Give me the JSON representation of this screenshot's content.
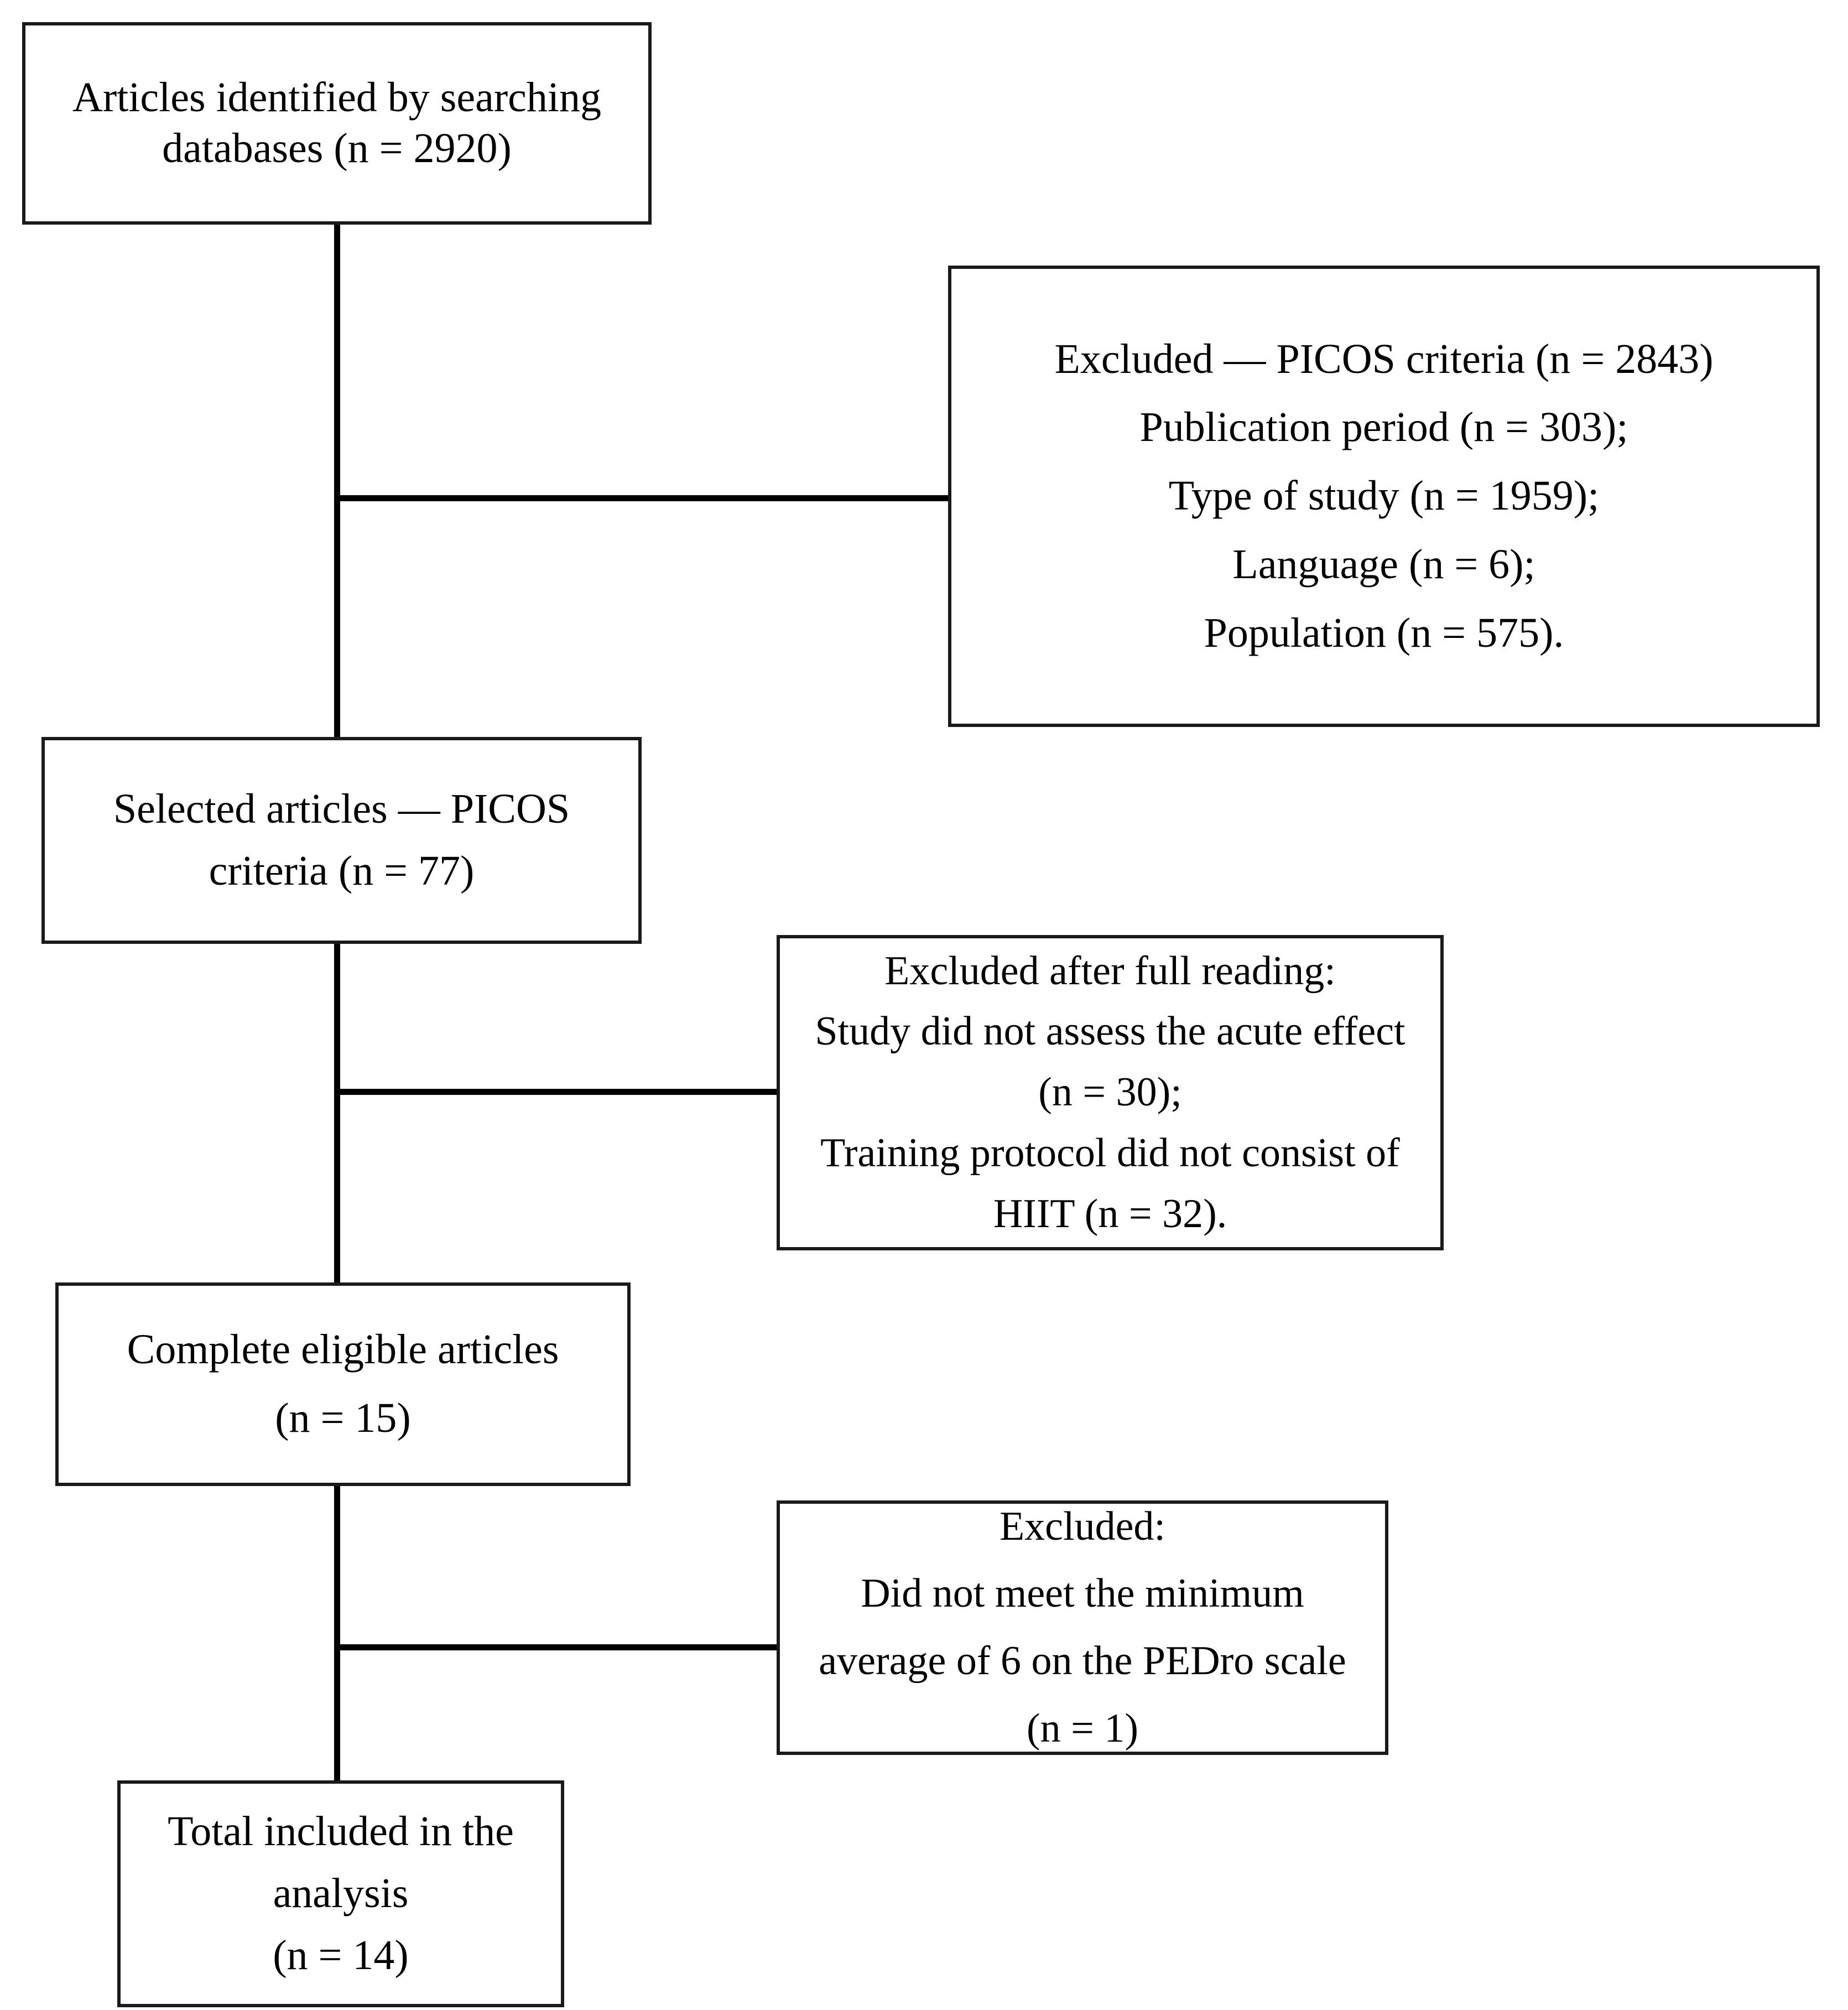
{
  "diagram": {
    "title": "PRISMA study selection flow diagram",
    "stroke_color": "#000000",
    "box_border_color": "#1a1a1a",
    "background_color": "#ffffff",
    "nodes": {
      "identified": {
        "name": "articles-identified",
        "lines": [
          "Articles identified by searching",
          "databases (n = 2920)"
        ]
      },
      "excluded_picos": {
        "name": "excluded-picos-criteria",
        "lines": [
          "Excluded — PICOS criteria (n = 2843)",
          "Publication period (n = 303);",
          "Type of study (n = 1959);",
          "Language (n = 6);",
          "Population (n = 575)."
        ]
      },
      "selected": {
        "name": "selected-articles",
        "lines": [
          "Selected articles — PICOS",
          "criteria (n = 77)"
        ]
      },
      "excluded_full_reading": {
        "name": "excluded-after-full-reading",
        "lines": [
          "Excluded after full reading:",
          "Study did not assess the acute effect",
          "(n = 30);",
          "Training protocol did not consist of",
          "HIIT (n = 32)."
        ]
      },
      "eligible": {
        "name": "complete-eligible-articles",
        "lines": [
          "Complete eligible articles",
          "(n = 15)"
        ]
      },
      "excluded_pedro": {
        "name": "excluded-pedro-scale",
        "lines": [
          "Excluded:",
          "Did not meet the minimum",
          "average of 6 on the PEDro scale",
          "(n = 1)"
        ]
      },
      "included": {
        "name": "total-included-in-analysis",
        "lines": [
          "Total included in the",
          "analysis",
          "(n = 14)"
        ]
      }
    },
    "counts": {
      "identified_n": 2920,
      "excluded_picos_total_n": 2843,
      "excluded_publication_period_n": 303,
      "excluded_type_of_study_n": 1959,
      "excluded_language_n": 6,
      "excluded_population_n": 575,
      "selected_n": 77,
      "excluded_not_acute_effect_n": 30,
      "excluded_not_hiit_n": 32,
      "eligible_n": 15,
      "excluded_pedro_n": 1,
      "included_n": 14
    }
  }
}
